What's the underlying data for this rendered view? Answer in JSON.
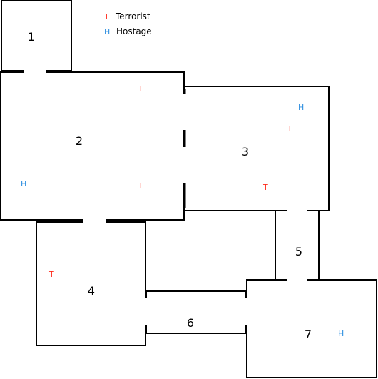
{
  "legend": {
    "terrorist": {
      "symbol": "T",
      "label": "Terrorist",
      "color": "#ff2a1a"
    },
    "hostage": {
      "symbol": "H",
      "label": "Hostage",
      "color": "#2e8fe0"
    }
  },
  "rooms": [
    {
      "id": "1",
      "label": "1"
    },
    {
      "id": "2",
      "label": "2"
    },
    {
      "id": "3",
      "label": "3"
    },
    {
      "id": "4",
      "label": "4"
    },
    {
      "id": "5",
      "label": "5"
    },
    {
      "id": "6",
      "label": "6"
    },
    {
      "id": "7",
      "label": "7"
    }
  ],
  "occupants": [
    {
      "room": "2",
      "type": "terrorist",
      "symbol": "T"
    },
    {
      "room": "2",
      "type": "terrorist",
      "symbol": "T"
    },
    {
      "room": "2",
      "type": "hostage",
      "symbol": "H"
    },
    {
      "room": "3",
      "type": "hostage",
      "symbol": "H"
    },
    {
      "room": "3",
      "type": "terrorist",
      "symbol": "T"
    },
    {
      "room": "3",
      "type": "terrorist",
      "symbol": "T"
    },
    {
      "room": "4",
      "type": "terrorist",
      "symbol": "T"
    },
    {
      "room": "7",
      "type": "hostage",
      "symbol": "H"
    }
  ]
}
